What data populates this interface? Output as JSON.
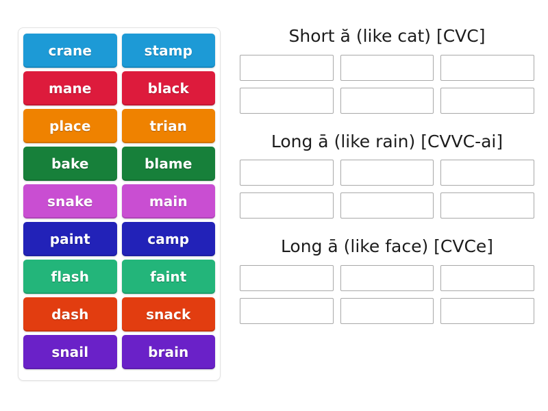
{
  "activity": {
    "type": "word-sort-drag-and-drop",
    "background_color": "#ffffff"
  },
  "tiles_panel": {
    "name": "word-tiles-panel",
    "tiles": [
      {
        "label": "crane",
        "color": "#1d9ad6"
      },
      {
        "label": "stamp",
        "color": "#1d9ad6"
      },
      {
        "label": "mane",
        "color": "#dd1b3c"
      },
      {
        "label": "black",
        "color": "#dd1b3c"
      },
      {
        "label": "place",
        "color": "#ef8200"
      },
      {
        "label": "trian",
        "color": "#ef8200"
      },
      {
        "label": "bake",
        "color": "#17803a"
      },
      {
        "label": "blame",
        "color": "#17803a"
      },
      {
        "label": "snake",
        "color": "#c94ed2"
      },
      {
        "label": "main",
        "color": "#c94ed2"
      },
      {
        "label": "paint",
        "color": "#2222b8"
      },
      {
        "label": "camp",
        "color": "#2222b8"
      },
      {
        "label": "flash",
        "color": "#23b57a"
      },
      {
        "label": "faint",
        "color": "#23b57a"
      },
      {
        "label": "dash",
        "color": "#e23d10"
      },
      {
        "label": "snack",
        "color": "#e23d10"
      },
      {
        "label": "snail",
        "color": "#6a21c8"
      },
      {
        "label": "brain",
        "color": "#6a21c8"
      }
    ]
  },
  "categories": [
    {
      "title": "Short ă (like cat) [CVC]",
      "slug": "short-a-cvc",
      "dropzones": [
        "",
        "",
        "",
        "",
        "",
        ""
      ]
    },
    {
      "title": "Long ā (like rain) [CVVC-ai]",
      "slug": "long-a-cvvc-ai",
      "dropzones": [
        "",
        "",
        "",
        "",
        "",
        ""
      ]
    },
    {
      "title": "Long ā (like face) [CVCe]",
      "slug": "long-a-cvce",
      "dropzones": [
        "",
        "",
        "",
        "",
        "",
        ""
      ]
    }
  ]
}
